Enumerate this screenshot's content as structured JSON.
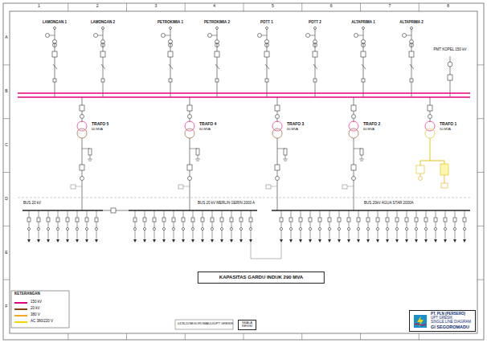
{
  "diagram": {
    "nodes": [
      {
        "text": [
          "KAPASITAS GARDU INDUK 290 MVA"
        ]
      },
      {
        "text": [
          "SKALA",
          "REVISI"
        ]
      },
      {
        "text": [
          "PT. PLN (PERSERO)",
          "UPT GRESIK",
          "SINGLE LINE DIAGRAM",
          "GI SEGOROMADU"
        ]
      }
    ],
    "labels": [
      "LAMONGAN 1",
      "LAMONGAN 2",
      "PETROKIMIA 1",
      "PETROKIMIA 2",
      "POTT 1",
      "POTT 2",
      "ALTAPRIMA 1",
      "ALTAPRIMA 2",
      "TRAFO 5",
      "TRAFO 4",
      "TRAFO 3",
      "TRAFO 2",
      "TRAFO 1",
      "60 MVA",
      "60 MVA",
      "60 MVA",
      "60 MVA",
      "50 MVA",
      "BUS 20 kV",
      "BUS 20 kV MERLIN GERIN 2000 A",
      "BUS 20kV AGUA STAR 2000A",
      "01/SLD/SEGOROMADU/UPT GRESIK",
      "KETERANGAN",
      "1",
      "2",
      "3",
      "4",
      "5",
      "6",
      "7",
      "8",
      "A",
      "B",
      "C",
      "D",
      "E",
      "F",
      "PMT KOPEL 150 kV"
    ],
    "legend": [
      {
        "text": "150 kV",
        "color": "#e6007e"
      },
      {
        "text": "20 kV",
        "color": "#8b4513"
      },
      {
        "text": "380 V",
        "color": "#f5a623"
      },
      {
        "text": "AC 380/220 V",
        "color": "#f2d600"
      }
    ]
  }
}
